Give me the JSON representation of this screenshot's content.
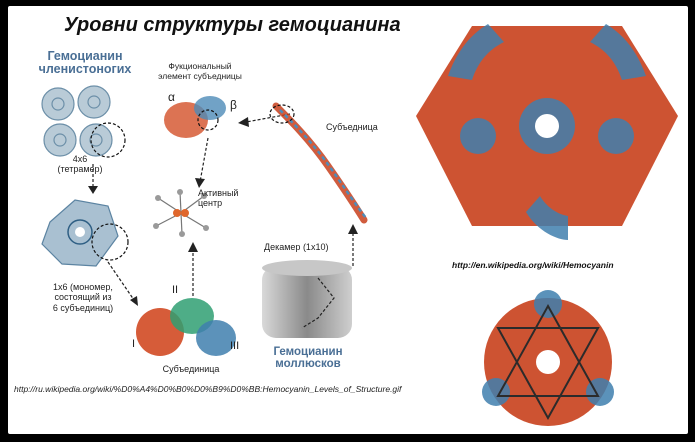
{
  "title": "Уровни структуры гемоцианина",
  "arthropod_heading": [
    "Гемоцианин",
    "членистоногих"
  ],
  "tetramer_label": [
    "4x6",
    "(тетрамер)"
  ],
  "monomer_label": [
    "1x6 (мономер,",
    "состоящий из",
    "6 субъединиц)"
  ],
  "functional_unit_label": [
    "Фукциональный",
    "элемент субъедницы"
  ],
  "alpha": "α",
  "beta": "β",
  "active_site_label": [
    "Активный",
    "центр"
  ],
  "subunit_right_label": "Субъедница",
  "decamer_label": "Декамер (1x10)",
  "mollusc_heading": [
    "Гемоцианин",
    "моллюсков"
  ],
  "subunit_bottom_label": "Субъединица",
  "roman": {
    "i": "I",
    "ii": "II",
    "iii": "III"
  },
  "url_left": "http://ru.wikipedia.org/wiki/%D0%A4%D0%B0%D0%B9%D0%BB:Hemocyanin_Levels_of_Structure.gif",
  "url_right": "http://en.wikipedia.org/wiki/Hemocyanin",
  "colors": {
    "protein_red": "#c8401c",
    "protein_blue": "#3f7fae",
    "heading_blue": "#4a6f95",
    "frame_bg": "#000000"
  }
}
